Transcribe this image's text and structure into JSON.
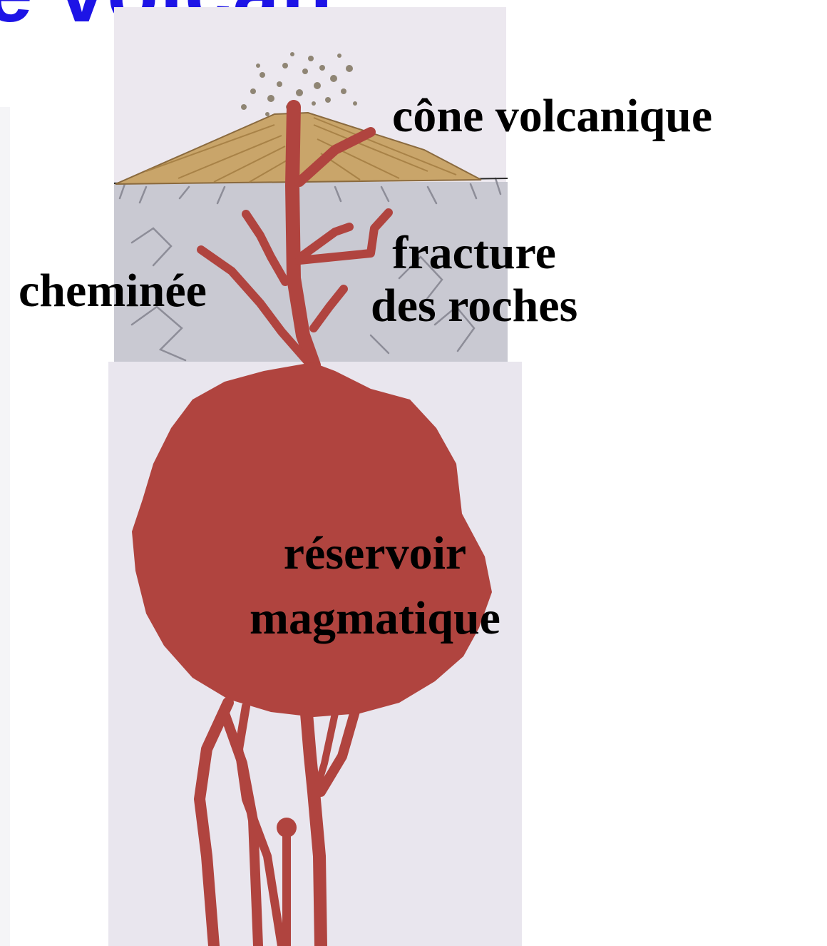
{
  "title": "e volcan",
  "labels": {
    "cone": "cône volcanique",
    "fracture": [
      "fracture",
      "des roches"
    ],
    "cheminee": "cheminée",
    "reservoir": [
      "réservoir",
      "magmatique"
    ]
  },
  "colors": {
    "title": "#1d14e6",
    "magma": "#b0443f",
    "cone": "#c9a56a",
    "rock": "#c9c9d2",
    "sky": "#ece8ef",
    "deep": "#e9e6ee"
  }
}
